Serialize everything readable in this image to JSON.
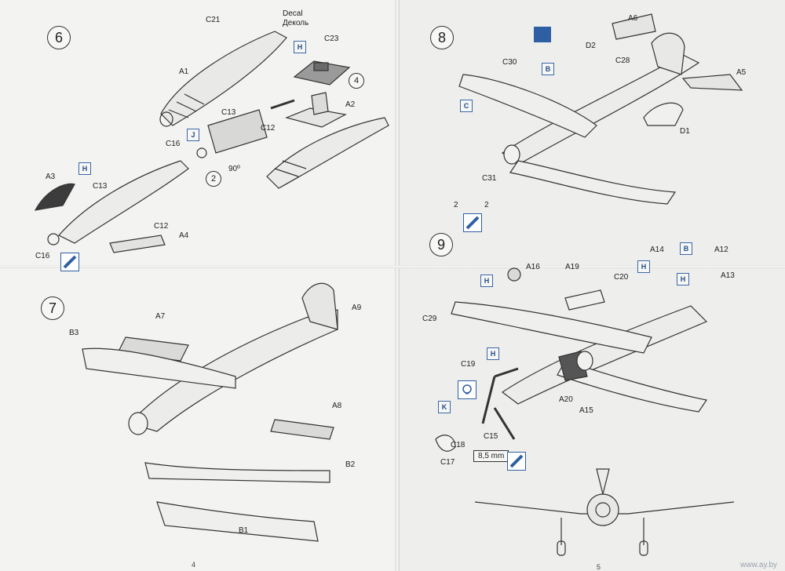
{
  "steps": [
    {
      "number": "6",
      "labels": {
        "C21": "C21",
        "decal_en": "Decal",
        "decal_ru": "Деколь",
        "C23": "C23",
        "A1": "A1",
        "A2": "A2",
        "C13a": "C13",
        "C12a": "C12",
        "C16a": "C16",
        "angle": "90º",
        "A3": "A3",
        "C13b": "C13",
        "C12b": "C12",
        "A4": "A4",
        "C16b": "C16"
      },
      "tags": {
        "H1": "H",
        "J": "J",
        "H2": "H"
      },
      "sub_circles": {
        "four": "4",
        "two": "2"
      }
    },
    {
      "number": "7",
      "labels": {
        "A7": "A7",
        "A9": "A9",
        "B3": "B3",
        "A8": "A8",
        "B2": "B2",
        "B1": "B1"
      }
    },
    {
      "number": "8",
      "labels": {
        "A6": "A6",
        "D2": "D2",
        "C28": "C28",
        "C30": "C30",
        "A5": "A5",
        "D1": "D1",
        "C31": "C31"
      },
      "tags": {
        "B": "B",
        "C": "C"
      },
      "dimension": {
        "left": "2",
        "right": "2"
      }
    },
    {
      "number": "9",
      "labels": {
        "A16": "A16",
        "A19": "A19",
        "C20": "C20",
        "A14": "A14",
        "A12": "A12",
        "A13": "A13",
        "C29": "C29",
        "C19": "C19",
        "A20": "A20",
        "A15": "A15",
        "C15": "C15",
        "C18": "C18",
        "C17": "C17",
        "measure": "8,5 mm"
      },
      "tags": {
        "H1": "H",
        "H2": "H",
        "H3": "H",
        "H4": "H",
        "B": "B",
        "K": "K"
      }
    }
  ],
  "page_numbers": {
    "left": "4",
    "right": "5"
  },
  "watermark": "www.ay.by"
}
